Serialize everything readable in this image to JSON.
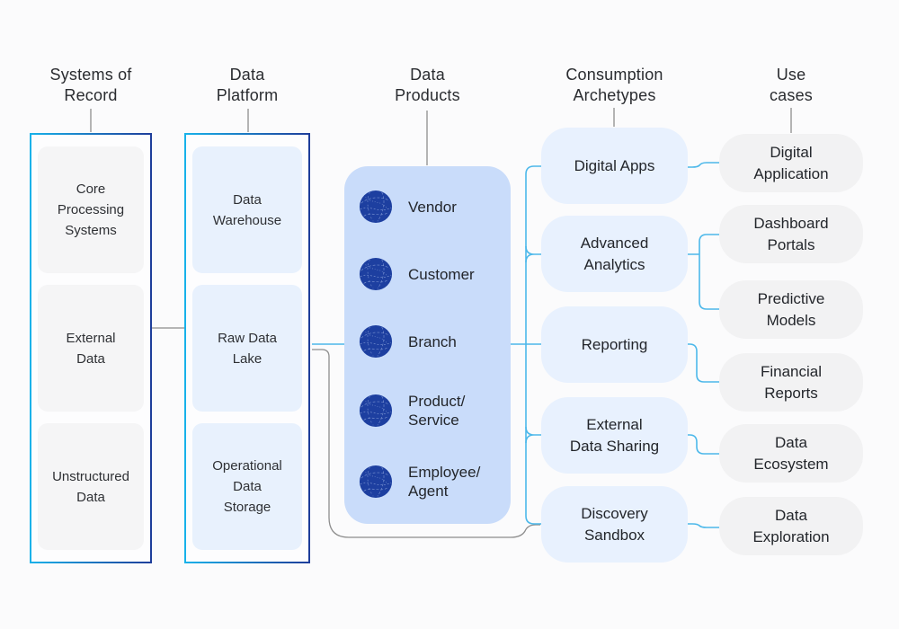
{
  "colors": {
    "border_gradient_start": "#17b2ea",
    "border_gradient_end": "#1e3d9a",
    "record_item_bg": "#f5f5f6",
    "platform_item_bg": "#e8f1fd",
    "products_panel_bg": "#c9dcfa",
    "globe_fill": "#1d3fa0",
    "archetype_bg": "#e8f1fe",
    "usecase_bg": "#f2f2f3",
    "connector_cyan": "#4cb8ea",
    "connector_gray": "#8d8d8d",
    "text": "#2a2c30"
  },
  "systems_of_record": {
    "title": "Systems of\nRecord",
    "items": [
      "Core\nProcessing\nSystems",
      "External\nData",
      "Unstructured\nData"
    ]
  },
  "data_platform": {
    "title": "Data\nPlatform",
    "items": [
      "Data\nWarehouse",
      "Raw Data\nLake",
      "Operational\nData\nStorage"
    ]
  },
  "data_products": {
    "title": "Data\nProducts",
    "items": [
      {
        "icon": "globe-icon",
        "label": "Vendor"
      },
      {
        "icon": "globe-icon",
        "label": "Customer"
      },
      {
        "icon": "globe-icon",
        "label": "Branch"
      },
      {
        "icon": "globe-icon",
        "label": "Product/\nService"
      },
      {
        "icon": "globe-icon",
        "label": "Employee/\nAgent"
      }
    ]
  },
  "consumption_archetypes": {
    "title": "Consumption\nArchetypes",
    "items": [
      "Digital Apps",
      "Advanced\nAnalytics",
      "Reporting",
      "External\nData Sharing",
      "Discovery\nSandbox"
    ]
  },
  "use_cases": {
    "title": "Use\ncases",
    "items": [
      "Digital\nApplication",
      "Dashboard\nPortals",
      "Predictive\nModels",
      "Financial\nReports",
      "Data\nEcosystem",
      "Data\nExploration"
    ]
  }
}
